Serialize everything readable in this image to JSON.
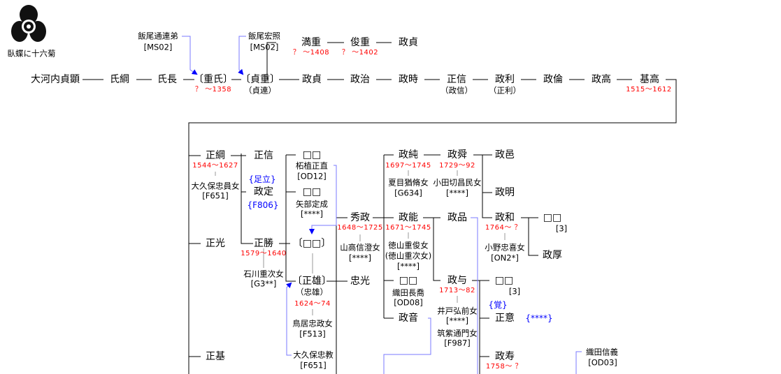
{
  "crest": {
    "label": "臥蝶に十六菊"
  },
  "top": {
    "notes": [
      "飯尾通連弟",
      "[MS02]",
      "飯尾宏照",
      "[MS02]"
    ],
    "row0": [
      {
        "name": "満重",
        "date": "？ ～1408"
      },
      {
        "name": "俊重",
        "date": "？ ～1402"
      },
      {
        "name": "政貞"
      }
    ]
  },
  "main_row": [
    {
      "name": "大河内貞顕"
    },
    {
      "name": "氏綱"
    },
    {
      "name": "氏長"
    },
    {
      "name": "〔重氏〕",
      "date": "？ ～1358"
    },
    {
      "name": "〔貞重〕",
      "alias": "（貞連）"
    },
    {
      "name": "政貞"
    },
    {
      "name": "政治"
    },
    {
      "name": "政時"
    },
    {
      "name": "正信",
      "alias": "（政信）"
    },
    {
      "name": "政利",
      "alias": "（正利）"
    },
    {
      "name": "政倫"
    },
    {
      "name": "政高"
    },
    {
      "name": "基高",
      "date": "1515～1612"
    }
  ],
  "lower": {
    "a": [
      {
        "name": "正綱",
        "date": "1544～1627",
        "wife": "大久保忠員女",
        "code": "[F651]"
      },
      {
        "name": "正光"
      },
      {
        "name": "正基"
      }
    ],
    "b": [
      {
        "name": "正信"
      },
      {
        "name": "政定",
        "pre": "{足立}",
        "post": "{F806}"
      },
      {
        "name": "正勝",
        "date": "1579～1640",
        "wife": "石川重次女",
        "code": "[G3**]"
      }
    ],
    "c": [
      {
        "name": "□□",
        "note": "柘植正直",
        "code": "[OD12]"
      },
      {
        "name": "□□",
        "note": "矢部定成",
        "code": "[****]"
      },
      {
        "name": "〔□□〕"
      },
      {
        "name": "〔正雄〕",
        "alias": "（忠雄）",
        "date": "1624～74",
        "wife": "鳥居忠政女",
        "code": "[F513]",
        "note": "大久保忠教",
        "code2": "[F651]"
      }
    ],
    "d": [
      {
        "name": "秀政",
        "date": "1648～1725",
        "wife": "山高信澄女",
        "code": "[****]"
      },
      {
        "name": "忠光"
      }
    ],
    "e": [
      {
        "name": "政純",
        "date": "1697～1745",
        "wife": "夏目猶脩女",
        "code": "[G634]"
      },
      {
        "name": "政能",
        "date": "1671～1745",
        "wife": "徳山重俊女",
        "wife2": "(徳山重次女)",
        "code": "[****]"
      },
      {
        "name": "□□",
        "note": "織田長喬",
        "code": "[OD08]"
      },
      {
        "name": "政音"
      }
    ],
    "f": [
      {
        "name": "政舜",
        "date": "1729～92",
        "wife": "小田切昌民女",
        "code": "[****]"
      },
      {
        "name": "政品"
      },
      {
        "name": "政与",
        "date": "1713～82",
        "wife": "井戸弘前女",
        "code": "[****]",
        "wife2": "筑紫通門女",
        "code2": "[F987]"
      }
    ],
    "g": [
      {
        "name": "政邑"
      },
      {
        "name": "政明"
      },
      {
        "name": "政和",
        "date": "1764～ ？",
        "wife": "小野忠喜女",
        "code": "[ON2*]"
      },
      {
        "name": "□□",
        "code": "[3]"
      },
      {
        "name": "正意",
        "pre": "{覚}",
        "post": "{****}"
      },
      {
        "name": "政寿",
        "date": "1758～ ？"
      }
    ],
    "h": [
      {
        "name": "□□",
        "code": "[3]"
      },
      {
        "name": "政厚"
      }
    ],
    "ext": {
      "name": "織田信義",
      "code": "[OD03]"
    }
  },
  "colors": {
    "date": "#ff0000",
    "link": "#0000ff",
    "adopt_line": "#7878ff"
  }
}
